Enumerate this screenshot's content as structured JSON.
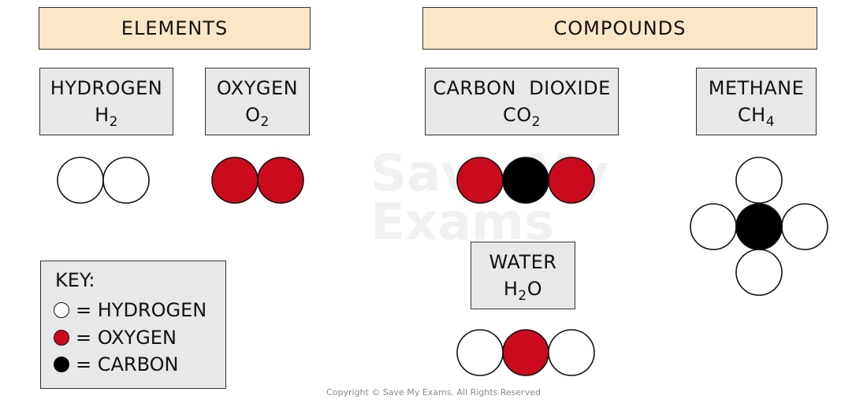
{
  "headers": {
    "elements": "ELEMENTS",
    "compounds": "COMPOUNDS"
  },
  "substances": {
    "hydrogen": {
      "name": "HYDROGEN",
      "formula_main": "H",
      "formula_sub": "2",
      "formula_tail": ""
    },
    "oxygen": {
      "name": "OXYGEN",
      "formula_main": "O",
      "formula_sub": "2",
      "formula_tail": ""
    },
    "carbon_dioxide": {
      "name": "CARBON  DIOXIDE",
      "formula_main": "CO",
      "formula_sub": "2",
      "formula_tail": ""
    },
    "methane": {
      "name": "METHANE",
      "formula_main": "CH",
      "formula_sub": "4",
      "formula_tail": ""
    },
    "water": {
      "name": "WATER",
      "formula_main": "H",
      "formula_sub": "2",
      "formula_tail": "O"
    }
  },
  "molecules": [
    {
      "name": "hydrogen-molecule",
      "atoms": [
        "hydrogen",
        "hydrogen"
      ]
    },
    {
      "name": "oxygen-molecule",
      "atoms": [
        "oxygen",
        "oxygen"
      ]
    },
    {
      "name": "carbon-dioxide-molecule",
      "atoms": [
        "oxygen",
        "carbon",
        "oxygen"
      ]
    },
    {
      "name": "water-molecule",
      "atoms": [
        "hydrogen",
        "oxygen",
        "hydrogen"
      ]
    },
    {
      "name": "methane-molecule",
      "atoms": [
        "carbon",
        "hydrogen",
        "hydrogen",
        "hydrogen",
        "hydrogen"
      ]
    }
  ],
  "key": {
    "title": "KEY:",
    "items": [
      {
        "atom": "hydrogen",
        "label": "= HYDROGEN"
      },
      {
        "atom": "oxygen",
        "label": "= OXYGEN"
      },
      {
        "atom": "carbon",
        "label": "= CARBON"
      }
    ]
  },
  "colors": {
    "hydrogen": "#ffffff",
    "oxygen": "#cc0a1e",
    "carbon": "#000000",
    "header_fill": "#fde6c6",
    "box_fill": "#e8e8e8"
  },
  "watermark": {
    "line1": "Save My",
    "line2": "Exams"
  },
  "copyright": "Copyright © Save My Exams. All Rights Reserved"
}
